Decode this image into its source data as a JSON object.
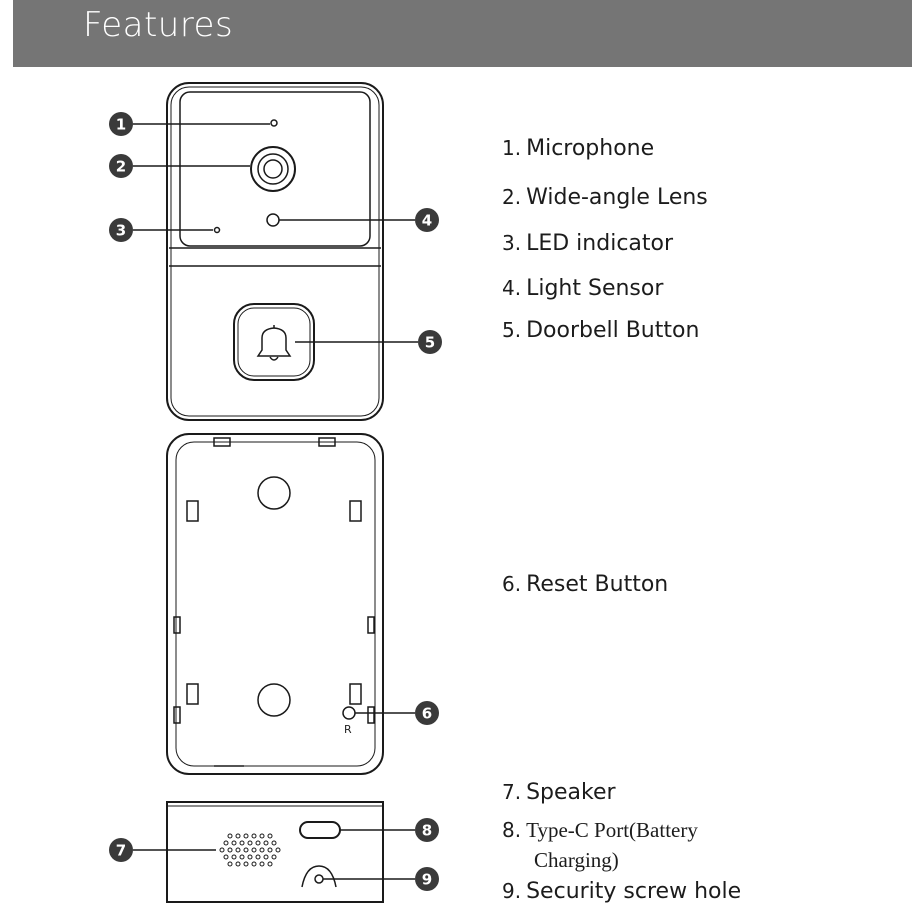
{
  "header": {
    "title": "Features"
  },
  "features": [
    {
      "num": "1.",
      "label": "Microphone"
    },
    {
      "num": "2.",
      "label": "Wide-angle Lens"
    },
    {
      "num": "3.",
      "label": "LED indicator"
    },
    {
      "num": "4.",
      "label": "Light Sensor"
    },
    {
      "num": "5.",
      "label": "Doorbell Button"
    },
    {
      "num": "6.",
      "label": "Reset Button"
    },
    {
      "num": "7.",
      "label": "Speaker"
    },
    {
      "num": "8.",
      "label_line1": "Type-C Port(Battery",
      "label_line2": "Charging)"
    },
    {
      "num": "9.",
      "label": "Security screw hole"
    }
  ],
  "callouts": [
    "1",
    "2",
    "3",
    "4",
    "5",
    "6",
    "7",
    "8",
    "9"
  ],
  "reset_mark": "R",
  "icons": {
    "doorbell": "bell-icon"
  },
  "colors": {
    "header_bg": "#757575",
    "callout_bg": "#3a3a3a",
    "line": "#1a1a1a"
  }
}
